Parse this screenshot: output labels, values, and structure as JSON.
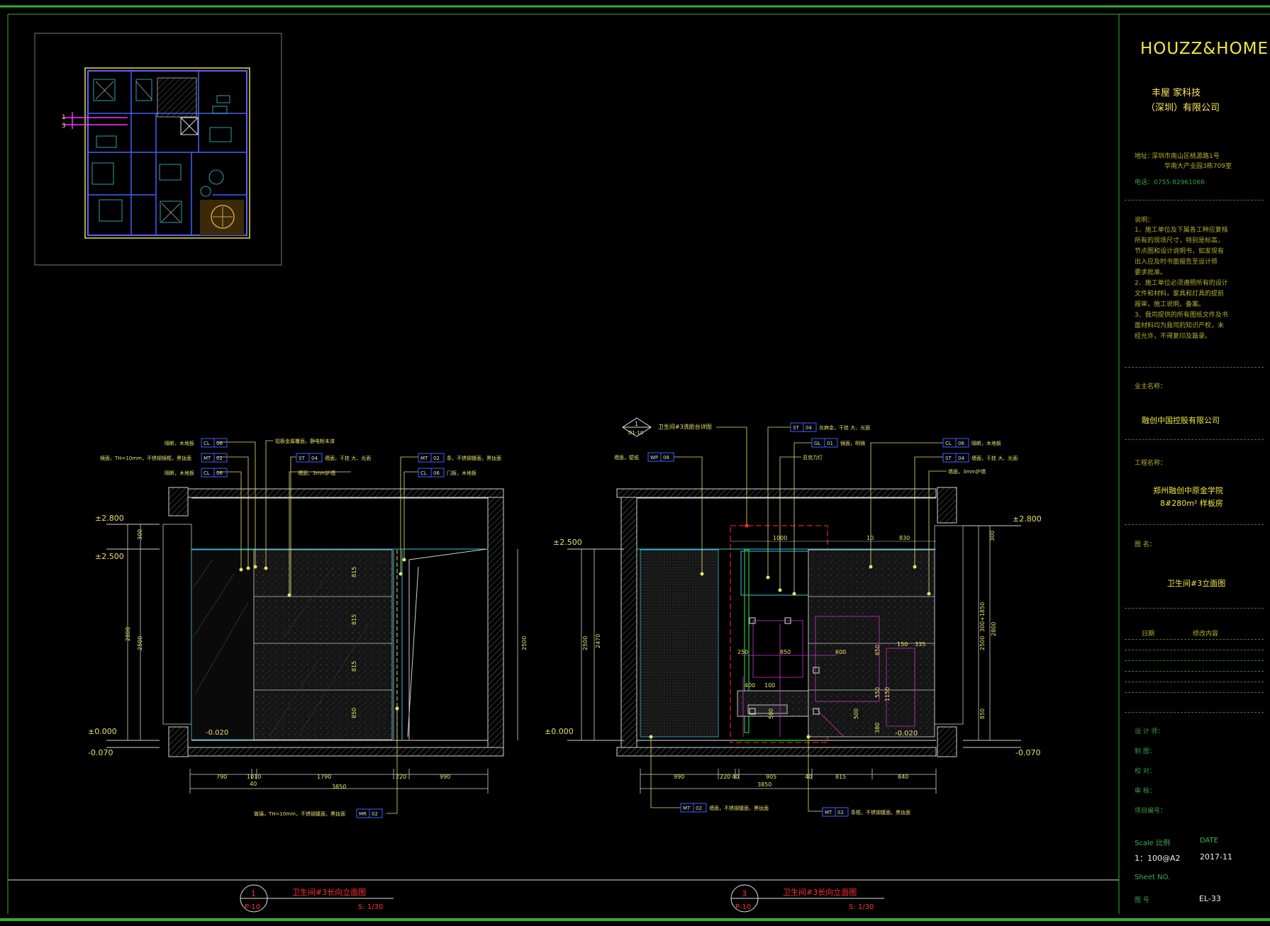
{
  "titleblock": {
    "brand": "HOUZZ&HOME",
    "company_line1": "丰屋 家科技",
    "company_line2": "（深圳）有限公司",
    "address_label": "地址：",
    "address_line1": "深圳市南山区桃源路1号",
    "address_line2": "华南大产业园3栋709室",
    "phone": "电话：0755-82961066",
    "notes_label": "说明：",
    "notes": [
      "1、施工单位及下属各工种应复核",
      "所有的现场尺寸，特别是标高，",
      "节点图和设计说明书，如发现有",
      "出入应及时书面报告至设计师",
      "要求批准。",
      "2、施工单位必须遵照所有的设计",
      "文件和材料，家具和灯具的提前",
      "报审，施工说明，备案。",
      "3、我司提供的所有图纸文件及书",
      "面材料均为我司的知识产权，未",
      "经允许，不得复印及篇录。"
    ],
    "client_label": "业主名称：",
    "client": "融创中国控股有限公司",
    "project_label": "工程名称：",
    "project_line1": "郑州融创中原金学院",
    "project_line2": "8#280m² 样板房",
    "drawing_label": "图  名：",
    "drawing_title": "卫生间#3立面图",
    "rev_date_label": "日期",
    "rev_content_label": "修改内容",
    "designer_label": "设 计 师：",
    "drafter_label": "制   图：",
    "checker_label": "校   对：",
    "reviewer_label": "审   核：",
    "project_no_label": "项目编号：",
    "scale_label": "Scale 比例",
    "date_label": "DATE",
    "scale_value": "1：100@A2",
    "date_value": "2017-11",
    "sheet_label": "Sheet NO.",
    "drawing_no_label": "图   号",
    "sheet_no": "EL-33"
  },
  "elev1": {
    "num": "1",
    "ref": "P-10",
    "title": "卫生间#3长向立面图",
    "scale": "S: 1/30",
    "levels": [
      "±2.800",
      "±2.500",
      "±0.000",
      "-0.070",
      "-0.020"
    ],
    "height_dims": [
      "300",
      "2800",
      "2500",
      "2500"
    ],
    "panel_dims": [
      "815",
      "815",
      "815",
      "850"
    ],
    "bottom_dims": [
      "790",
      "1010",
      "1790",
      "220",
      "990"
    ],
    "bottom_sub": "40",
    "total": "3850",
    "callouts": [
      {
        "text": "隔断，木地板",
        "tag": "CL",
        "num": "06"
      },
      {
        "text": "镜面，TH=10mm，不锈钢镜框，黑钛面",
        "tag": "MT",
        "num": "02"
      },
      {
        "text": "隔断，木地板",
        "tag": "CL",
        "num": "06"
      },
      {
        "text": "铝板金属覆面，静电粉末漆",
        "tag": "",
        "num": ""
      },
      {
        "text": "墙面，干挂 大、光面",
        "tag": "ST",
        "num": "04"
      },
      {
        "text": "墙面，3mm护墙",
        "tag": "",
        "num": ""
      },
      {
        "text": "条，不锈钢镀面，黑钛面",
        "tag": "MT",
        "num": "02"
      },
      {
        "text": "门板，木地板",
        "tag": "CL",
        "num": "06"
      },
      {
        "text": "玻璃，TH=10mm，不锈钢镀面，黑钛面",
        "tag": "MR",
        "num": "02"
      }
    ]
  },
  "elev3": {
    "num": "3",
    "ref": "P-10",
    "title": "卫生间#3长向立面图",
    "scale": "S: 1/30",
    "detail_num": "1",
    "detail_ref": "D1-10",
    "detail_text": "卫生间#3洗脸台详图",
    "levels": [
      "±2.500",
      "±2.800",
      "±0.000",
      "-0.070",
      "-0.020"
    ],
    "height_dims": [
      "2500",
      "2470",
      "300",
      "300+1850",
      "2800",
      "2500",
      "850"
    ],
    "inner_dims": [
      "1000",
      "10",
      "830",
      "250",
      "850",
      "600",
      "150",
      "335",
      "400",
      "100",
      "650",
      "550",
      "1150",
      "500",
      "500",
      "380"
    ],
    "bottom_dims": [
      "990",
      "220",
      "40",
      "905",
      "40",
      "815",
      "840"
    ],
    "total": "3850",
    "callouts": [
      {
        "text": "墙面，壁纸",
        "tag": "WP",
        "num": "08"
      },
      {
        "text": "灰麻金，干挂 大、光面",
        "tag": "ST",
        "num": "04"
      },
      {
        "text": "镜面，明镜",
        "tag": "GL",
        "num": "01"
      },
      {
        "text": "亚克力灯",
        "tag": "",
        "num": ""
      },
      {
        "text": "隔断，木地板",
        "tag": "CL",
        "num": "06"
      },
      {
        "text": "墙面，干挂 大、光面",
        "tag": "ST",
        "num": "04"
      },
      {
        "text": "墙面，3mm护墙",
        "tag": "",
        "num": ""
      },
      {
        "text": "墙面，不锈钢镀面，黑钛面",
        "tag": "MT",
        "num": "02"
      },
      {
        "text": "条框，不锈钢镀面，黑钛面",
        "tag": "MT",
        "num": "02"
      }
    ]
  },
  "colors": {
    "frame": "#30b030",
    "yellow": "#e8e070",
    "cyan": "#38c8d8",
    "red": "#ff3030",
    "magenta": "#d030d0",
    "hatch": "#9a9a9a"
  }
}
